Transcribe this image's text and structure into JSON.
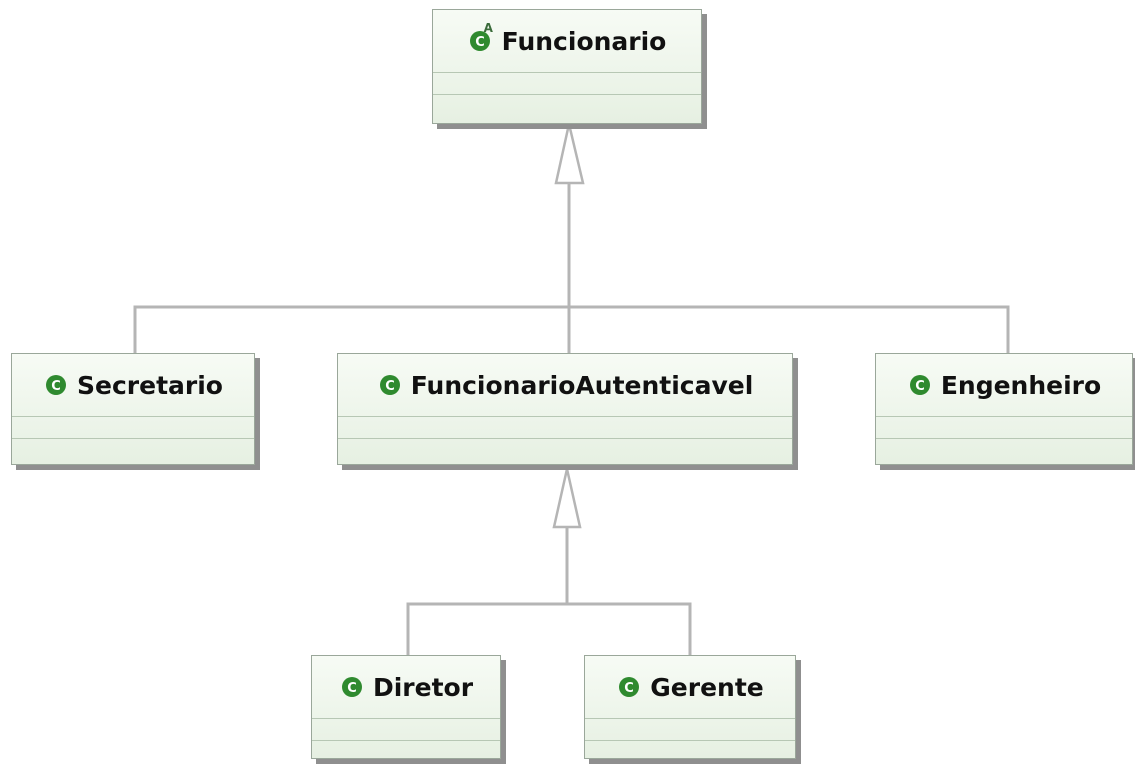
{
  "diagram": {
    "classes": [
      {
        "id": "funcionario",
        "name": "Funcionario",
        "icon": "abstract-class-icon",
        "abstract_marker": "A"
      },
      {
        "id": "secretario",
        "name": "Secretario",
        "icon": "class-icon"
      },
      {
        "id": "funcionario-autenticavel",
        "name": "FuncionarioAutenticavel",
        "icon": "class-icon"
      },
      {
        "id": "engenheiro",
        "name": "Engenheiro",
        "icon": "class-icon"
      },
      {
        "id": "diretor",
        "name": "Diretor",
        "icon": "class-icon"
      },
      {
        "id": "gerente",
        "name": "Gerente",
        "icon": "class-icon"
      }
    ],
    "relations": [
      {
        "type": "generalization",
        "from": "secretario",
        "to": "funcionario"
      },
      {
        "type": "generalization",
        "from": "funcionario-autenticavel",
        "to": "funcionario"
      },
      {
        "type": "generalization",
        "from": "engenheiro",
        "to": "funcionario"
      },
      {
        "type": "generalization",
        "from": "diretor",
        "to": "funcionario-autenticavel"
      },
      {
        "type": "generalization",
        "from": "gerente",
        "to": "funcionario-autenticavel"
      }
    ],
    "colors": {
      "box_border": "#9aa79a",
      "box_fill": "#eef5eb",
      "icon_green": "#2f8a2f",
      "connector": "#b5b5b5",
      "shadow": "#8f8f8f"
    }
  }
}
